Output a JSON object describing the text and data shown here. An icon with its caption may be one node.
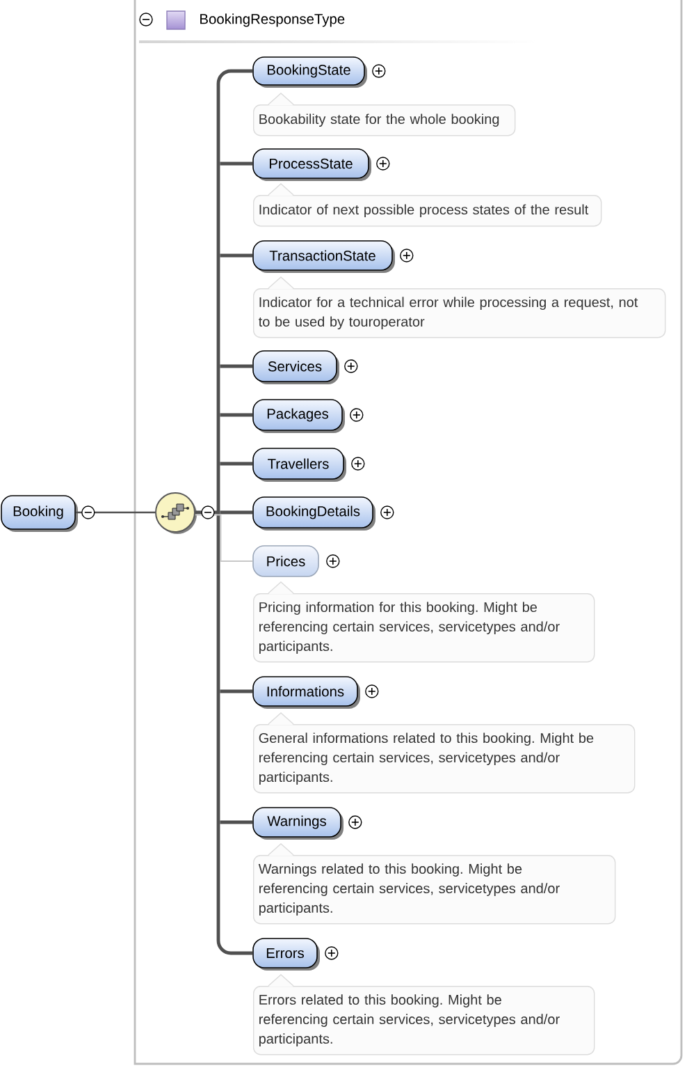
{
  "diagram": {
    "nodes": [
      {
        "text": [
          "Booking"
        ]
      },
      {
        "text": [
          "BookingResponseType"
        ]
      },
      {
        "text": [],
        "shape": "circle",
        "in": 1
      },
      {
        "text": [
          "BookingState"
        ],
        "in": 1
      },
      {
        "text": [
          "Bookability state for the whole booking"
        ],
        "in": 1
      },
      {
        "text": [
          "ProcessState"
        ],
        "in": 1
      },
      {
        "text": [
          "Indicator of next possible process states of the result"
        ],
        "in": 1
      },
      {
        "text": [
          "TransactionState"
        ],
        "in": 1
      },
      {
        "text": [
          "Indicator for a technical error while processing a request, not to be used by touroperator"
        ],
        "in": 1
      },
      {
        "text": [
          "Services"
        ],
        "in": 1
      },
      {
        "text": [
          "Packages"
        ],
        "in": 1
      },
      {
        "text": [
          "Travellers"
        ],
        "in": 1
      },
      {
        "text": [
          "BookingDetails"
        ],
        "in": 1
      },
      {
        "text": [
          "Prices"
        ],
        "in": 1
      },
      {
        "text": [
          "Pricing information for this booking. Might be referencing certain services, servicetypes and/or participants."
        ],
        "in": 1
      },
      {
        "text": [
          "Informations"
        ],
        "in": 1
      },
      {
        "text": [
          "General informations related to this booking. Might be referencing certain services, servicetypes and/or participants."
        ],
        "in": 1
      },
      {
        "text": [
          "Warnings"
        ],
        "in": 1
      },
      {
        "text": [
          "Warnings related to this booking. Might be referencing certain services, servicetypes and/or participants."
        ],
        "in": 1
      },
      {
        "text": [
          "Errors"
        ],
        "in": 1
      },
      {
        "text": [
          "Errors related to this booking. Might be referencing certain services, servicetypes and/or participants."
        ],
        "in": 1
      }
    ],
    "edges": [
      {
        "from": 0,
        "to": 2,
        "arrow": "none"
      },
      {
        "from": 2,
        "to": 3,
        "arrow": "none"
      },
      {
        "from": 2,
        "to": 5,
        "arrow": "none"
      },
      {
        "from": 2,
        "to": 7,
        "arrow": "none"
      },
      {
        "from": 2,
        "to": 9,
        "arrow": "none"
      },
      {
        "from": 2,
        "to": 10,
        "arrow": "none"
      },
      {
        "from": 2,
        "to": 11,
        "arrow": "none"
      },
      {
        "from": 2,
        "to": 12,
        "arrow": "none"
      },
      {
        "from": 2,
        "to": 13,
        "arrow": "none",
        "color": "#c8c8c8"
      },
      {
        "from": 2,
        "to": 15,
        "arrow": "none"
      },
      {
        "from": 2,
        "to": 17,
        "arrow": "none"
      },
      {
        "from": 2,
        "to": 19,
        "arrow": "none"
      }
    ]
  }
}
